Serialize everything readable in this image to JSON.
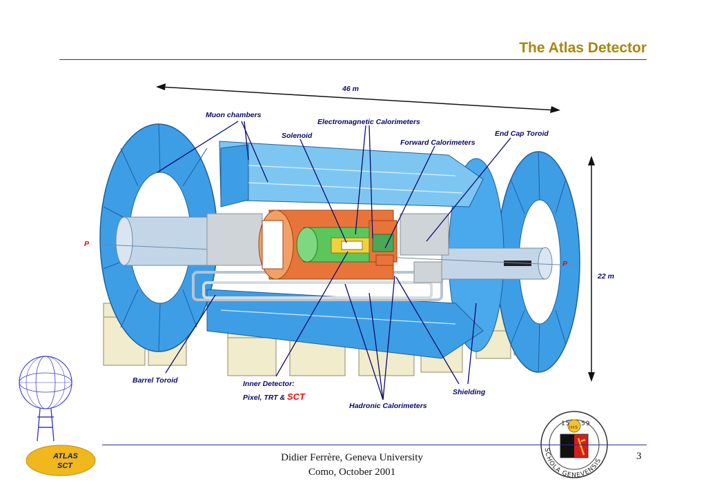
{
  "slide": {
    "title": "The Atlas Detector",
    "page_number": "3"
  },
  "footer": {
    "line1": "Didier Ferrère, Geneva University",
    "line2": "Como, October 2001"
  },
  "diagram": {
    "dimensions": {
      "length": "46 m",
      "height": "22 m"
    },
    "beam_labels": {
      "left": "P",
      "right": "P"
    },
    "labels": {
      "muon_chambers": "Muon chambers",
      "electromagnetic_calorimeters": "Electromagnetic Calorimeters",
      "solenoid": "Solenoid",
      "forward_calorimeters": "Forward Calorimeters",
      "end_cap_toroid": "End Cap Toroid",
      "barrel_toroid": "Barrel Toroid",
      "inner_detector": "Inner Detector:",
      "inner_detector_parts": "Pixel, TRT & ",
      "sct": "SCT",
      "hadronic_calorimeters": "Hadronic Calorimeters",
      "shielding": "Shielding"
    },
    "colors": {
      "blue_toroid": "#3d9ee6",
      "label_blue": "#0a0a6a",
      "orange_calorimeter": "#e8743a",
      "green_solenoid": "#5cc65c",
      "sct_red": "#dd1111"
    }
  },
  "logos": {
    "atlas": {
      "line1": "ATLAS",
      "line2": "SCT"
    },
    "seal": {
      "text": "SCHOLA GENEVENSIS",
      "year_left": "15",
      "year_right": "59",
      "ihs": "IHS"
    }
  }
}
